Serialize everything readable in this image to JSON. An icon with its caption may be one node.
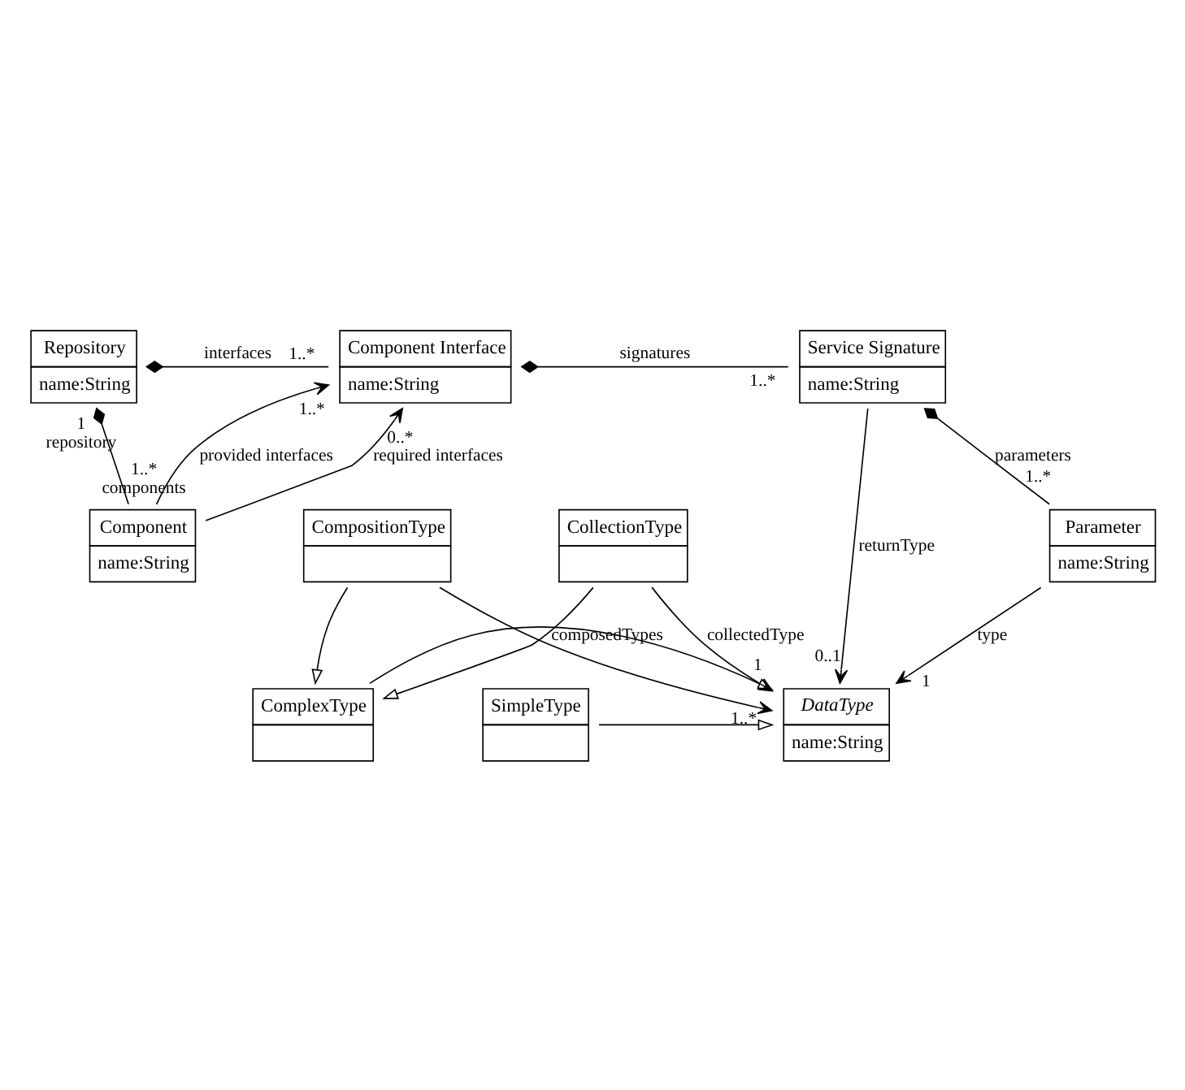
{
  "diagram": {
    "nodes": [
      {
        "text": [
          "Repository",
          "name:String"
        ]
      },
      {
        "text": [
          "Component Interface",
          "name:String"
        ]
      },
      {
        "text": [
          "Service Signature",
          "name:String"
        ]
      },
      {
        "text": [
          "Component",
          "name:String"
        ]
      },
      {
        "text": [
          "Parameter",
          "name:String"
        ]
      },
      {
        "text": [
          "DataType",
          "name:String"
        ]
      },
      {
        "text": [
          "SimpleType"
        ]
      },
      {
        "text": [
          "ComplexType"
        ]
      },
      {
        "text": [
          "CollectionType"
        ]
      },
      {
        "text": [
          "CompositionType"
        ]
      }
    ],
    "edges": [
      {
        "from": 0,
        "to": 1,
        "arrow": "other",
        "label": "interfaces"
      },
      {
        "from": 0,
        "to": 3,
        "arrow": "other"
      },
      {
        "from": 1,
        "to": 2,
        "arrow": "other",
        "label": "signatures"
      },
      {
        "from": 3,
        "to": 1,
        "arrow": "to",
        "label": "provided interfaces"
      },
      {
        "from": 3,
        "to": 1,
        "arrow": "to",
        "label": "required interfaces"
      },
      {
        "from": 2,
        "to": 4,
        "arrow": "other",
        "label": "parameters"
      },
      {
        "from": 4,
        "to": 5,
        "arrow": "to",
        "label": "type"
      },
      {
        "from": 2,
        "to": 5,
        "arrow": "to",
        "label": "returnType"
      },
      {
        "from": 6,
        "to": 5,
        "arrow": "to"
      },
      {
        "from": 7,
        "to": 5,
        "arrow": "to"
      },
      {
        "from": 8,
        "to": 5,
        "arrow": "to",
        "label": "collectedType"
      },
      {
        "from": 9,
        "to": 5,
        "arrow": "to",
        "label": "composedTypes"
      },
      {
        "from": 8,
        "to": 7,
        "arrow": "to"
      },
      {
        "from": 9,
        "to": 7,
        "arrow": "to"
      }
    ],
    "labels": [
      "1..*",
      "1..*",
      "1",
      "repository",
      "1..*",
      "1..*",
      "components",
      "0..*",
      "1..*",
      "1",
      "0..1",
      "1..*",
      "1"
    ]
  }
}
